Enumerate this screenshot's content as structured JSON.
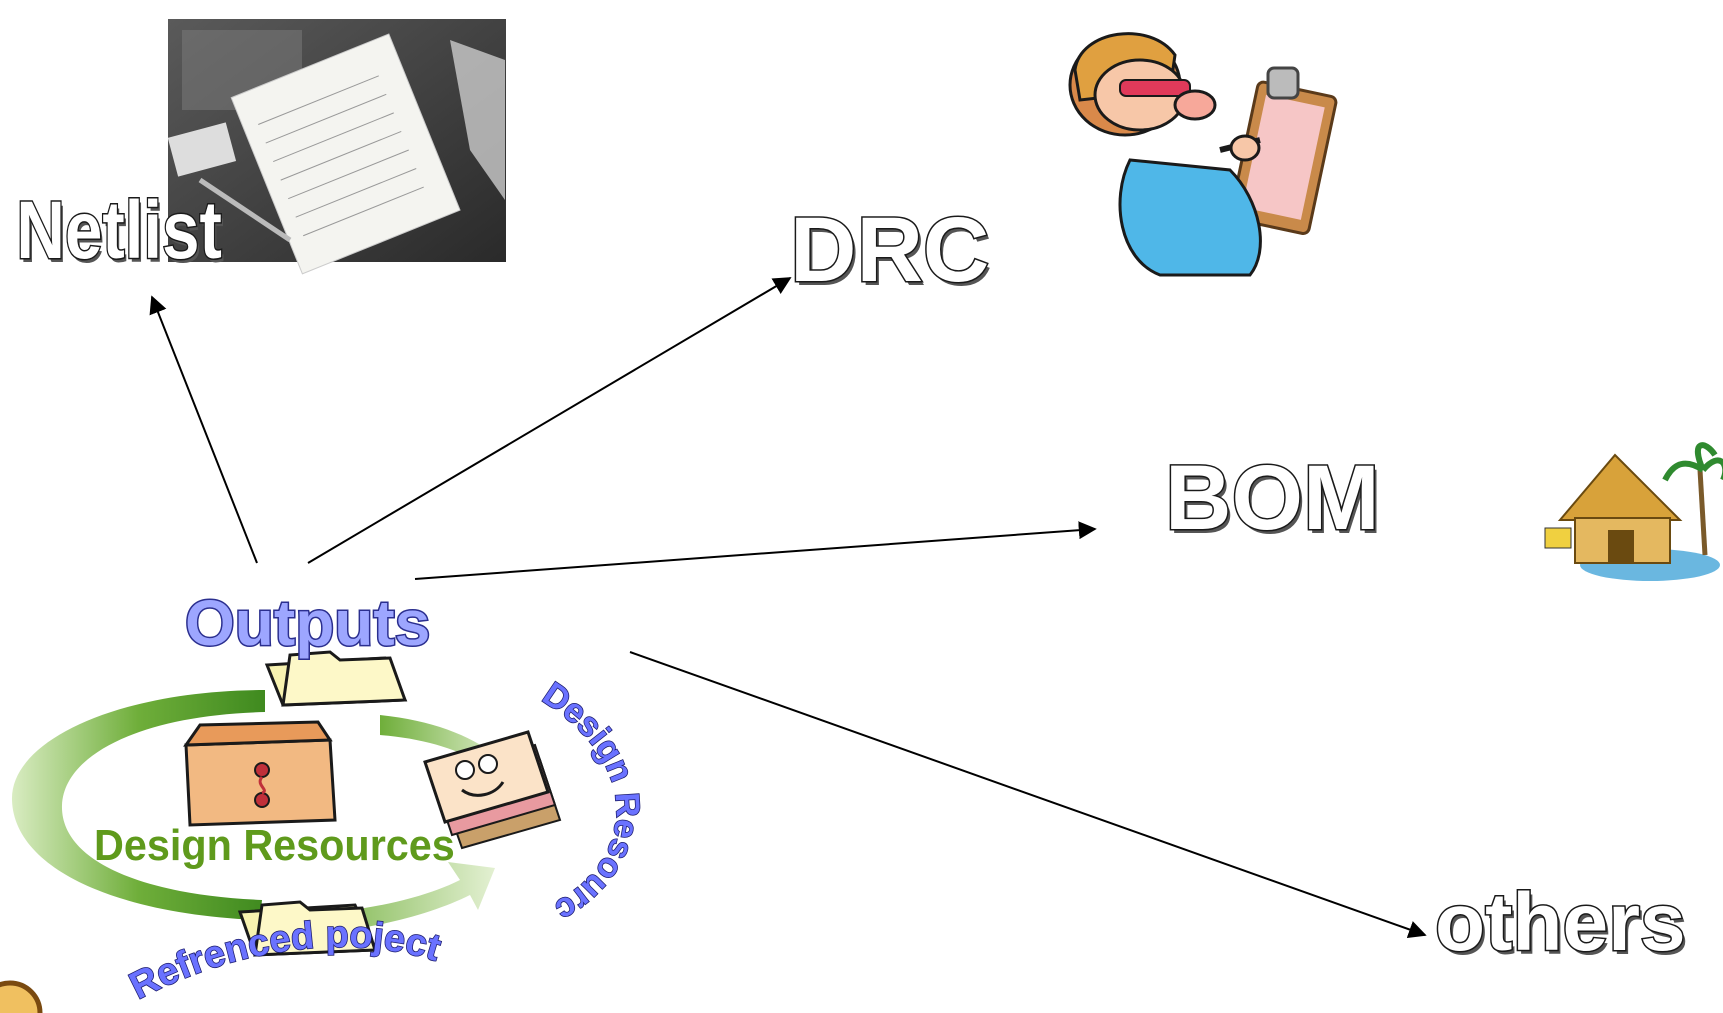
{
  "labels": {
    "netlist": "Netlist",
    "drc": "DRC",
    "bom": "BOM",
    "others": "others",
    "outputs": "Outputs",
    "design_resources": "Design Resources",
    "design_resources_curved": "Design Resources",
    "referenced_project": "Refrenced poject"
  },
  "colors": {
    "outputs_fill": "#9da6ff",
    "outputs_stroke": "#2b2f8f",
    "design_resources_text": "#5f9a1c",
    "curved_text_fill": "#6a72ff",
    "cycle_green_dark": "#3f8a1f",
    "cycle_green_light": "#d9ecc2",
    "arrow": "#000000"
  },
  "icons": {
    "netlist": "checklist-notepad-photo-icon",
    "drc": "cartoon-inspector-clipboard-icon",
    "bom": "beach-hut-icon",
    "folder": "folder-icon",
    "envelope": "tied-envelope-icon",
    "mail": "smiling-mail-stack-icon"
  }
}
